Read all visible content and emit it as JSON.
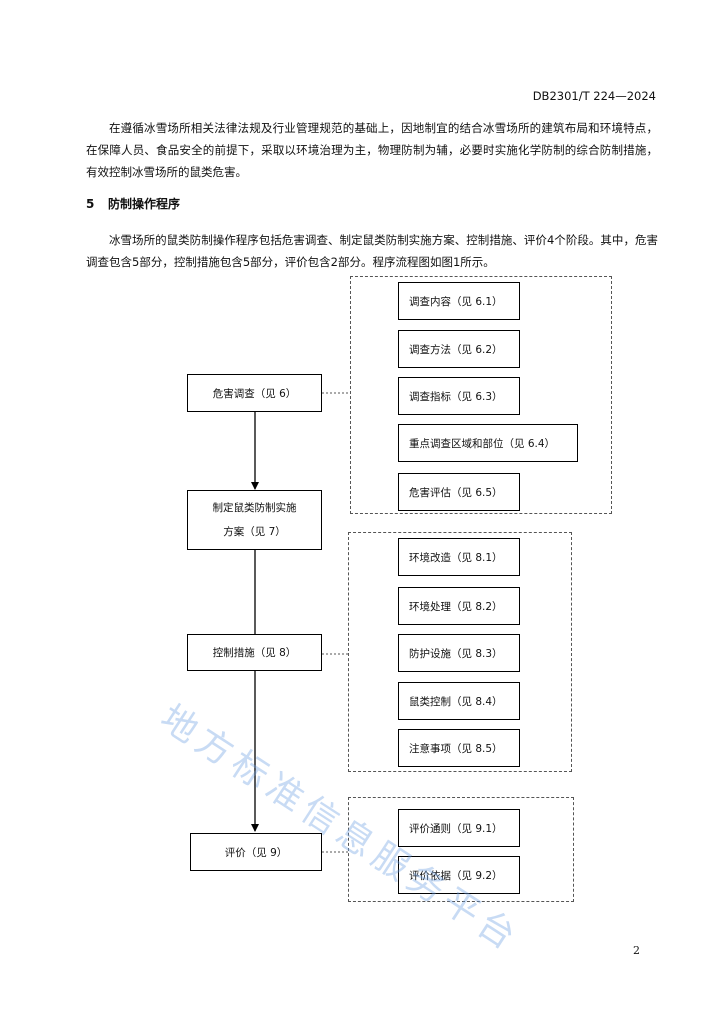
{
  "header": {
    "doc_code": "DB2301/T 224—2024"
  },
  "intro": "在遵循冰雪场所相关法律法规及行业管理规范的基础上，因地制宜的结合冰雪场所的建筑布局和环境特点，在保障人员、食品安全的前提下，采取以环境治理为主，物理防制为辅，必要时实施化学防制的综合防制措施，有效控制冰雪场所的鼠类危害。",
  "section": {
    "number": "5",
    "title": "防制操作程序"
  },
  "section_text": "冰雪场所的鼠类防制操作程序包括危害调查、制定鼠类防制实施方案、控制措施、评价4个阶段。其中，危害调查包含5部分，控制措施包含5部分，评价包含2部分。程序流程图如图1所示。",
  "flow": {
    "main": {
      "survey": "危害调查（见 6）",
      "plan_line1": "制定鼠类防制实施",
      "plan_line2": "方案（见 7）",
      "control": "控制措施（见 8）",
      "evaluation": "评价（见 9）"
    },
    "survey_items": [
      "调查内容（见 6.1）",
      "调查方法（见 6.2）",
      "调查指标（见 6.3）",
      "重点调查区域和部位（见 6.4）",
      "危害评估（见 6.5）"
    ],
    "control_items": [
      "环境改造（见 8.1）",
      "环境处理（见 8.2）",
      "防护设施（见 8.3）",
      "鼠类控制（见 8.4）",
      "注意事项（见 8.5）"
    ],
    "evaluation_items": [
      "评价通则（见 9.1）",
      "评价依据（见 9.2）"
    ]
  },
  "watermark": "地方标准信息服务平台",
  "page_number": "2"
}
